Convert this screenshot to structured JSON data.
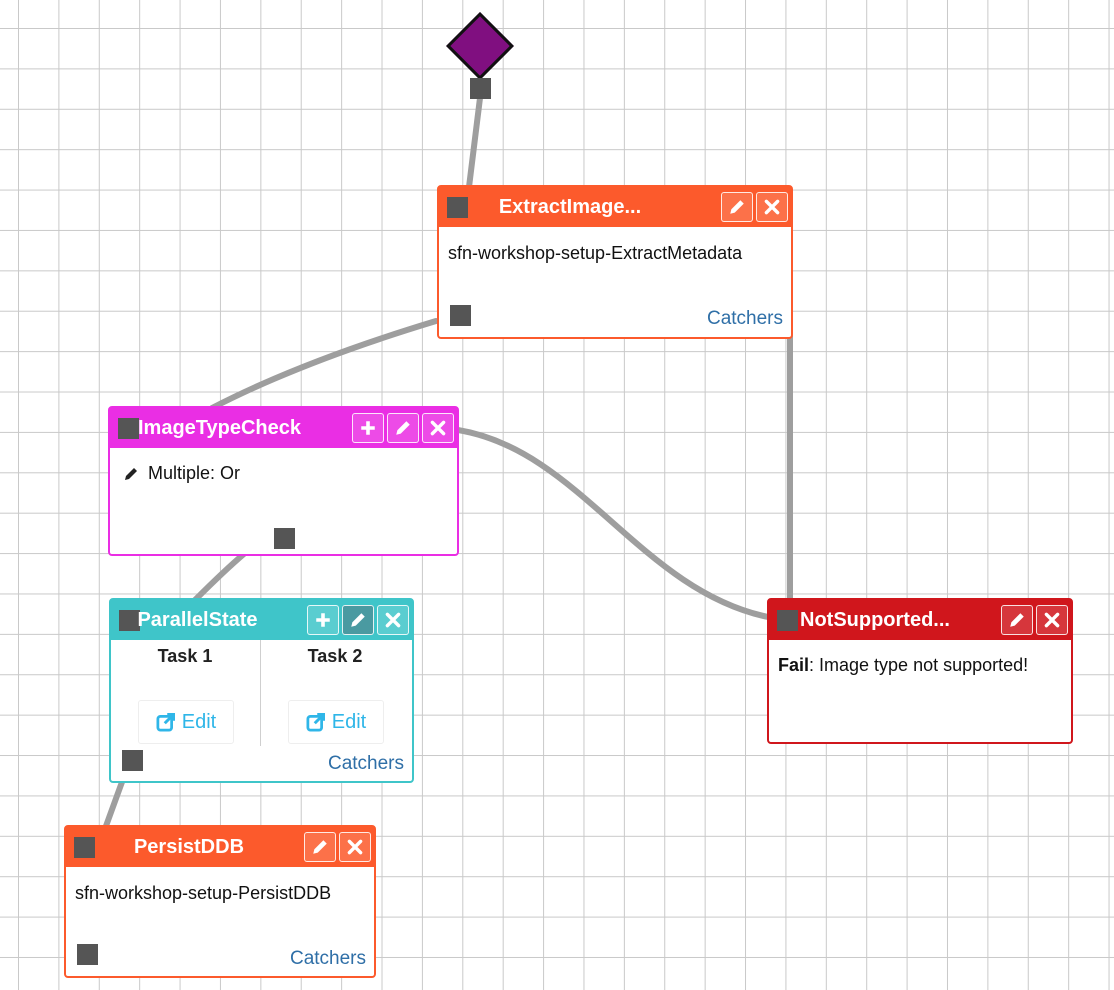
{
  "states": {
    "extract": {
      "title": "ExtractImage...",
      "resource": "sfn-workshop-setup-ExtractMetadata",
      "catchers_label": "Catchers",
      "color": "#fc5a2c"
    },
    "image_type_check": {
      "title": "ImageTypeCheck",
      "rule_label": "Multiple: Or",
      "color": "#ea2ee4"
    },
    "parallel": {
      "title": "ParallelState",
      "branches": [
        {
          "title": "Task 1",
          "edit_label": "Edit"
        },
        {
          "title": "Task 2",
          "edit_label": "Edit"
        }
      ],
      "catchers_label": "Catchers",
      "color": "#3fc5c9"
    },
    "not_supported": {
      "title": "NotSupported...",
      "fail_label": "Fail",
      "fail_message": ": Image type not supported!",
      "color": "#d0161c"
    },
    "persist": {
      "title": "PersistDDB",
      "resource": "sfn-workshop-setup-PersistDDB",
      "catchers_label": "Catchers",
      "color": "#fc5a2c"
    }
  },
  "icons": {
    "edit": "pencil-icon",
    "delete": "close-icon",
    "add": "plus-icon",
    "open": "external-link-icon"
  },
  "start_color": "#800f80",
  "connector_color": "#9e9e9e"
}
